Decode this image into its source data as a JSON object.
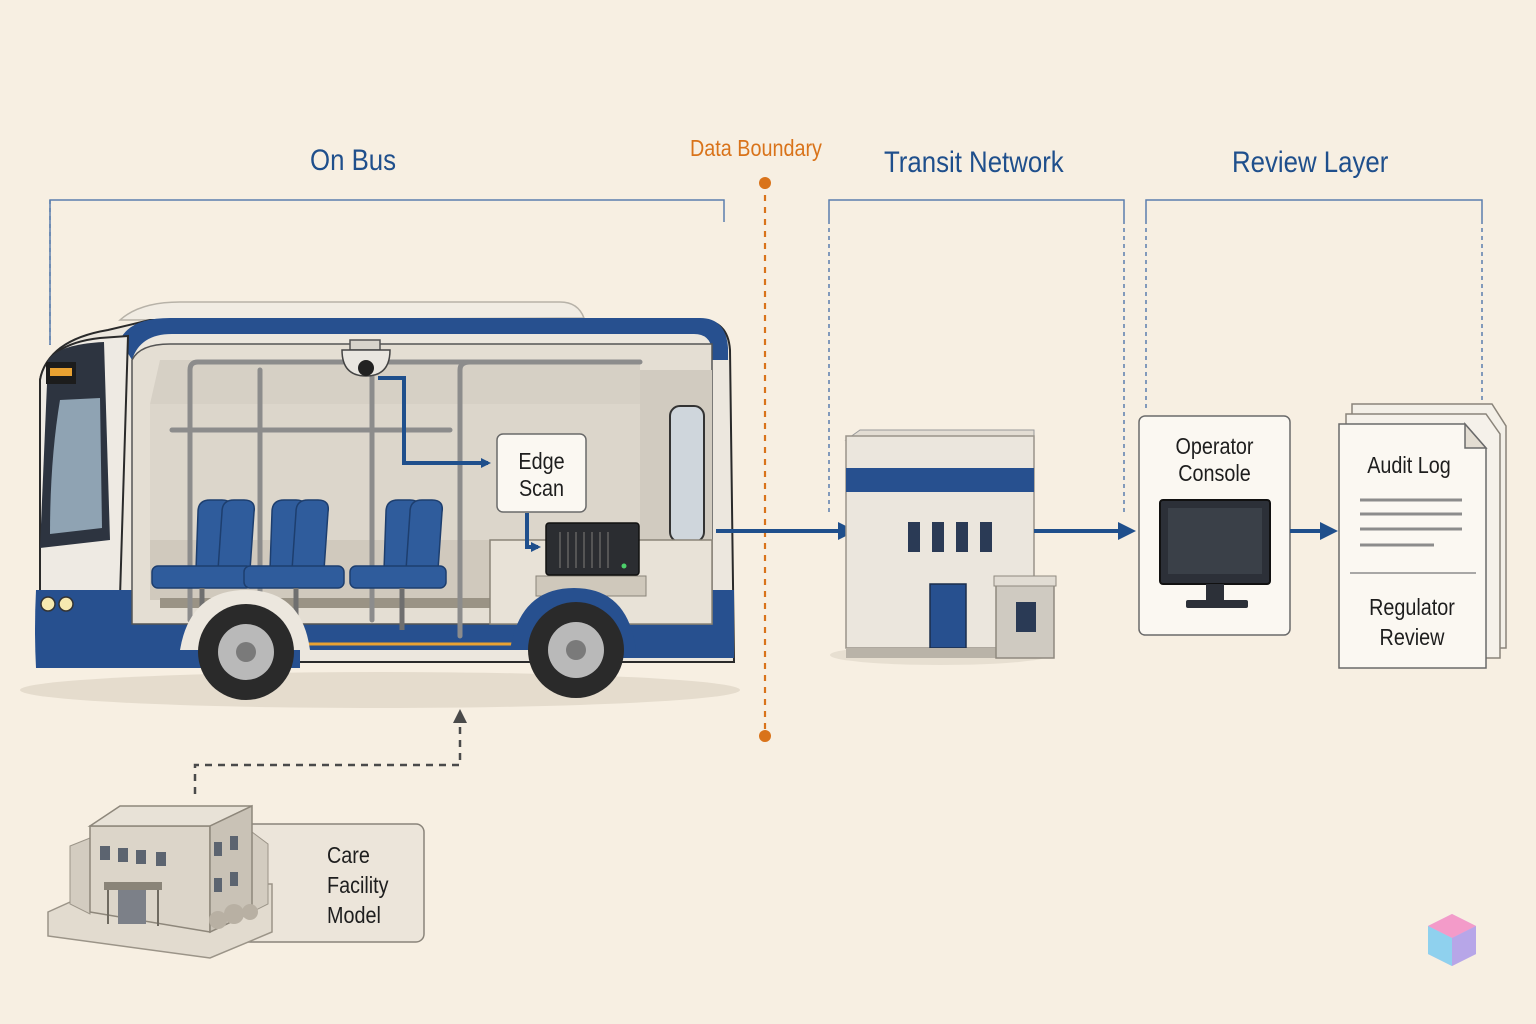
{
  "sections": {
    "on_bus": "On Bus",
    "data_boundary": "Data Boundary",
    "transit_network": "Transit Network",
    "review_layer": "Review Layer"
  },
  "nodes": {
    "edge_scan": [
      "Edge",
      "Scan"
    ],
    "operator_console": [
      "Operator",
      "Console"
    ],
    "audit_log": "Audit Log",
    "regulator_review": [
      "Regulator",
      "Review"
    ],
    "care_facility_model": [
      "Care",
      "Facility",
      "Model"
    ]
  },
  "colors": {
    "background": "#f7efe2",
    "accent_blue": "#1f4f8c",
    "boundary_orange": "#d9731a",
    "bus_blue": "#27508f"
  },
  "icons": [
    "bus-icon",
    "camera-icon",
    "edge-device-icon",
    "building-icon",
    "monitor-icon",
    "document-icon",
    "care-facility-icon",
    "logo-cube-icon"
  ]
}
